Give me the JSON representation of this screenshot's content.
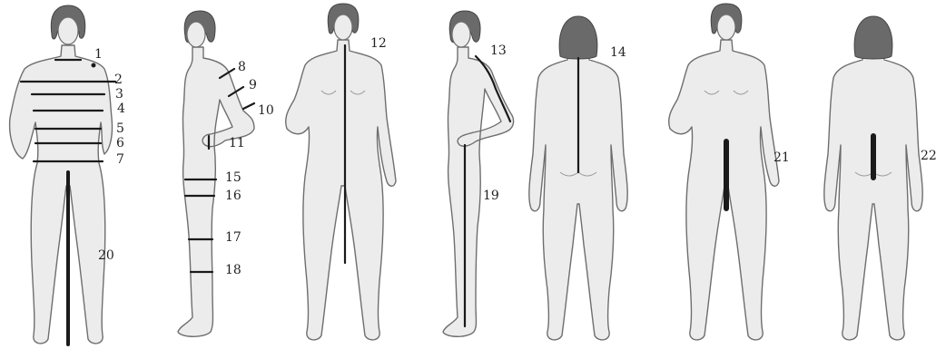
{
  "labels": {
    "m1": "1",
    "m2": "2",
    "m3": "3",
    "m4": "4",
    "m5": "5",
    "m6": "6",
    "m7": "7",
    "m8": "8",
    "m9": "9",
    "m10": "10",
    "m11": "11",
    "m12": "12",
    "m13": "13",
    "m14": "14",
    "m15": "15",
    "m16": "16",
    "m17": "17",
    "m18": "18",
    "m19": "19",
    "m20": "20",
    "m21": "21",
    "m22": "22"
  },
  "colors": {
    "body_fill": "#ececec",
    "outline": "#6e6e6e",
    "hair": "#6a6a6a",
    "measure_line": "#1a1a1a"
  },
  "figures": [
    "front-horizontal",
    "side-arm-leg",
    "front-center",
    "side-arm-length",
    "back",
    "front-inseam",
    "back-inseam"
  ]
}
